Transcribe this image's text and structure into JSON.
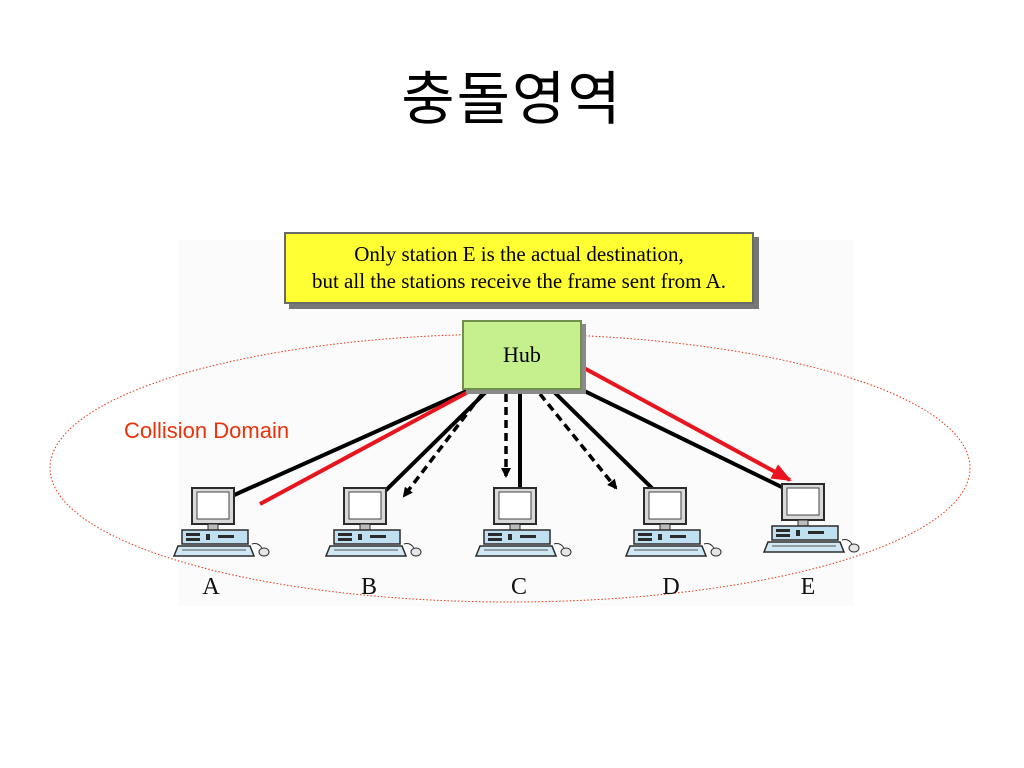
{
  "slide": {
    "title": "충돌영역"
  },
  "note": {
    "line1": "Only station E is the actual destination,",
    "line2": "but all the stations receive the frame sent from A."
  },
  "hub": {
    "label": "Hub"
  },
  "domain": {
    "label": "Collision Domain",
    "color": "#e8320a"
  },
  "stations": [
    {
      "id": "A",
      "label": "A"
    },
    {
      "id": "B",
      "label": "B"
    },
    {
      "id": "C",
      "label": "C"
    },
    {
      "id": "D",
      "label": "D"
    },
    {
      "id": "E",
      "label": "E"
    }
  ],
  "colors": {
    "hub_fill": "#c6f08e",
    "note_fill": "#ffff33",
    "signal": "#e8141e"
  }
}
